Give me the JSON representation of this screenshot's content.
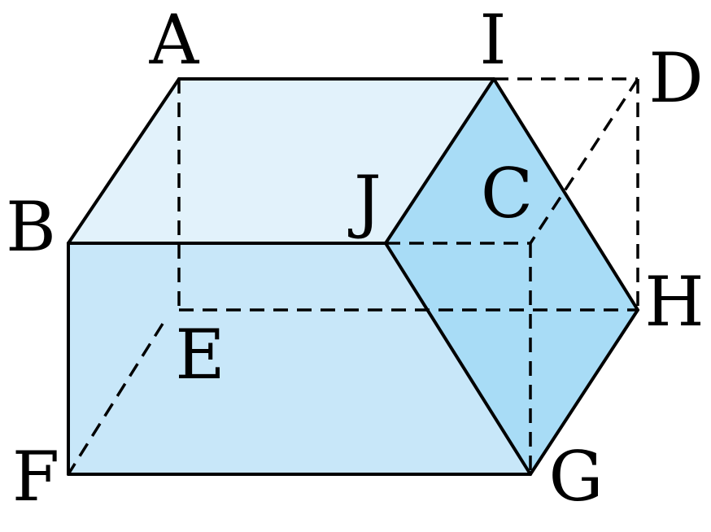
{
  "colors": {
    "top_face": "#e2f2fb",
    "front_face": "#c8e7f9",
    "side_face": "#a8dcf6",
    "edge": "#000000"
  },
  "vertices": {
    "A": "A",
    "B": "B",
    "C": "C",
    "D": "D",
    "E": "E",
    "F": "F",
    "G": "G",
    "H": "H",
    "I": "I",
    "J": "J"
  }
}
